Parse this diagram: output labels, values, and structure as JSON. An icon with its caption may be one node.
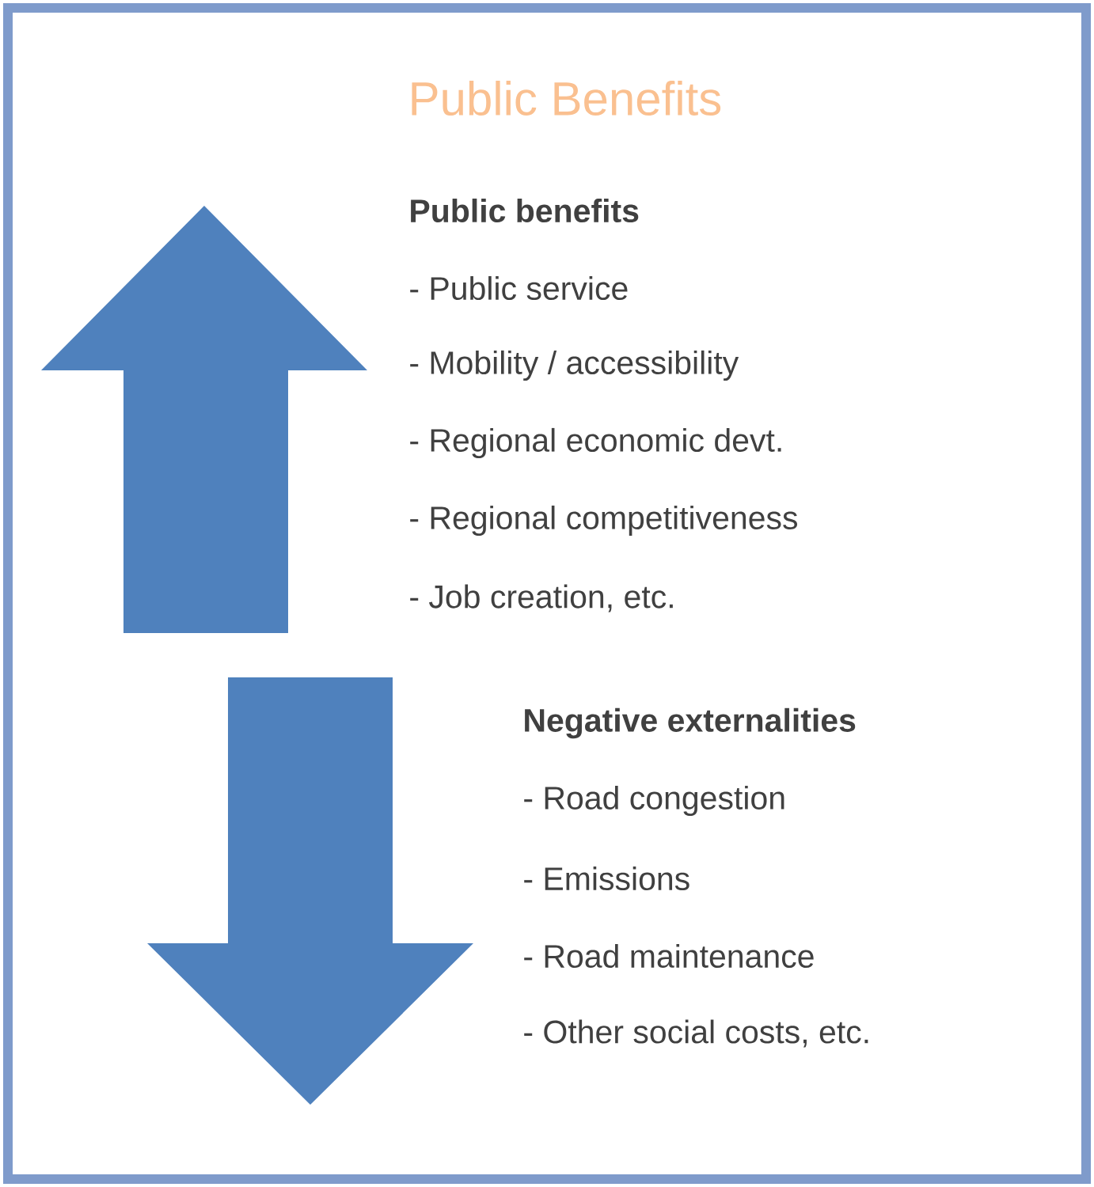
{
  "diagram": {
    "title": "Public Benefits",
    "labels": [
      "Public benefits",
      "- Public service",
      "- Mobility / accessibility",
      "- Regional economic devt.",
      "- Regional competitiveness",
      "- Job creation, etc.",
      "Negative externalities",
      "- Road congestion",
      "- Emissions",
      "- Road maintenance",
      "- Other social costs, etc."
    ]
  }
}
